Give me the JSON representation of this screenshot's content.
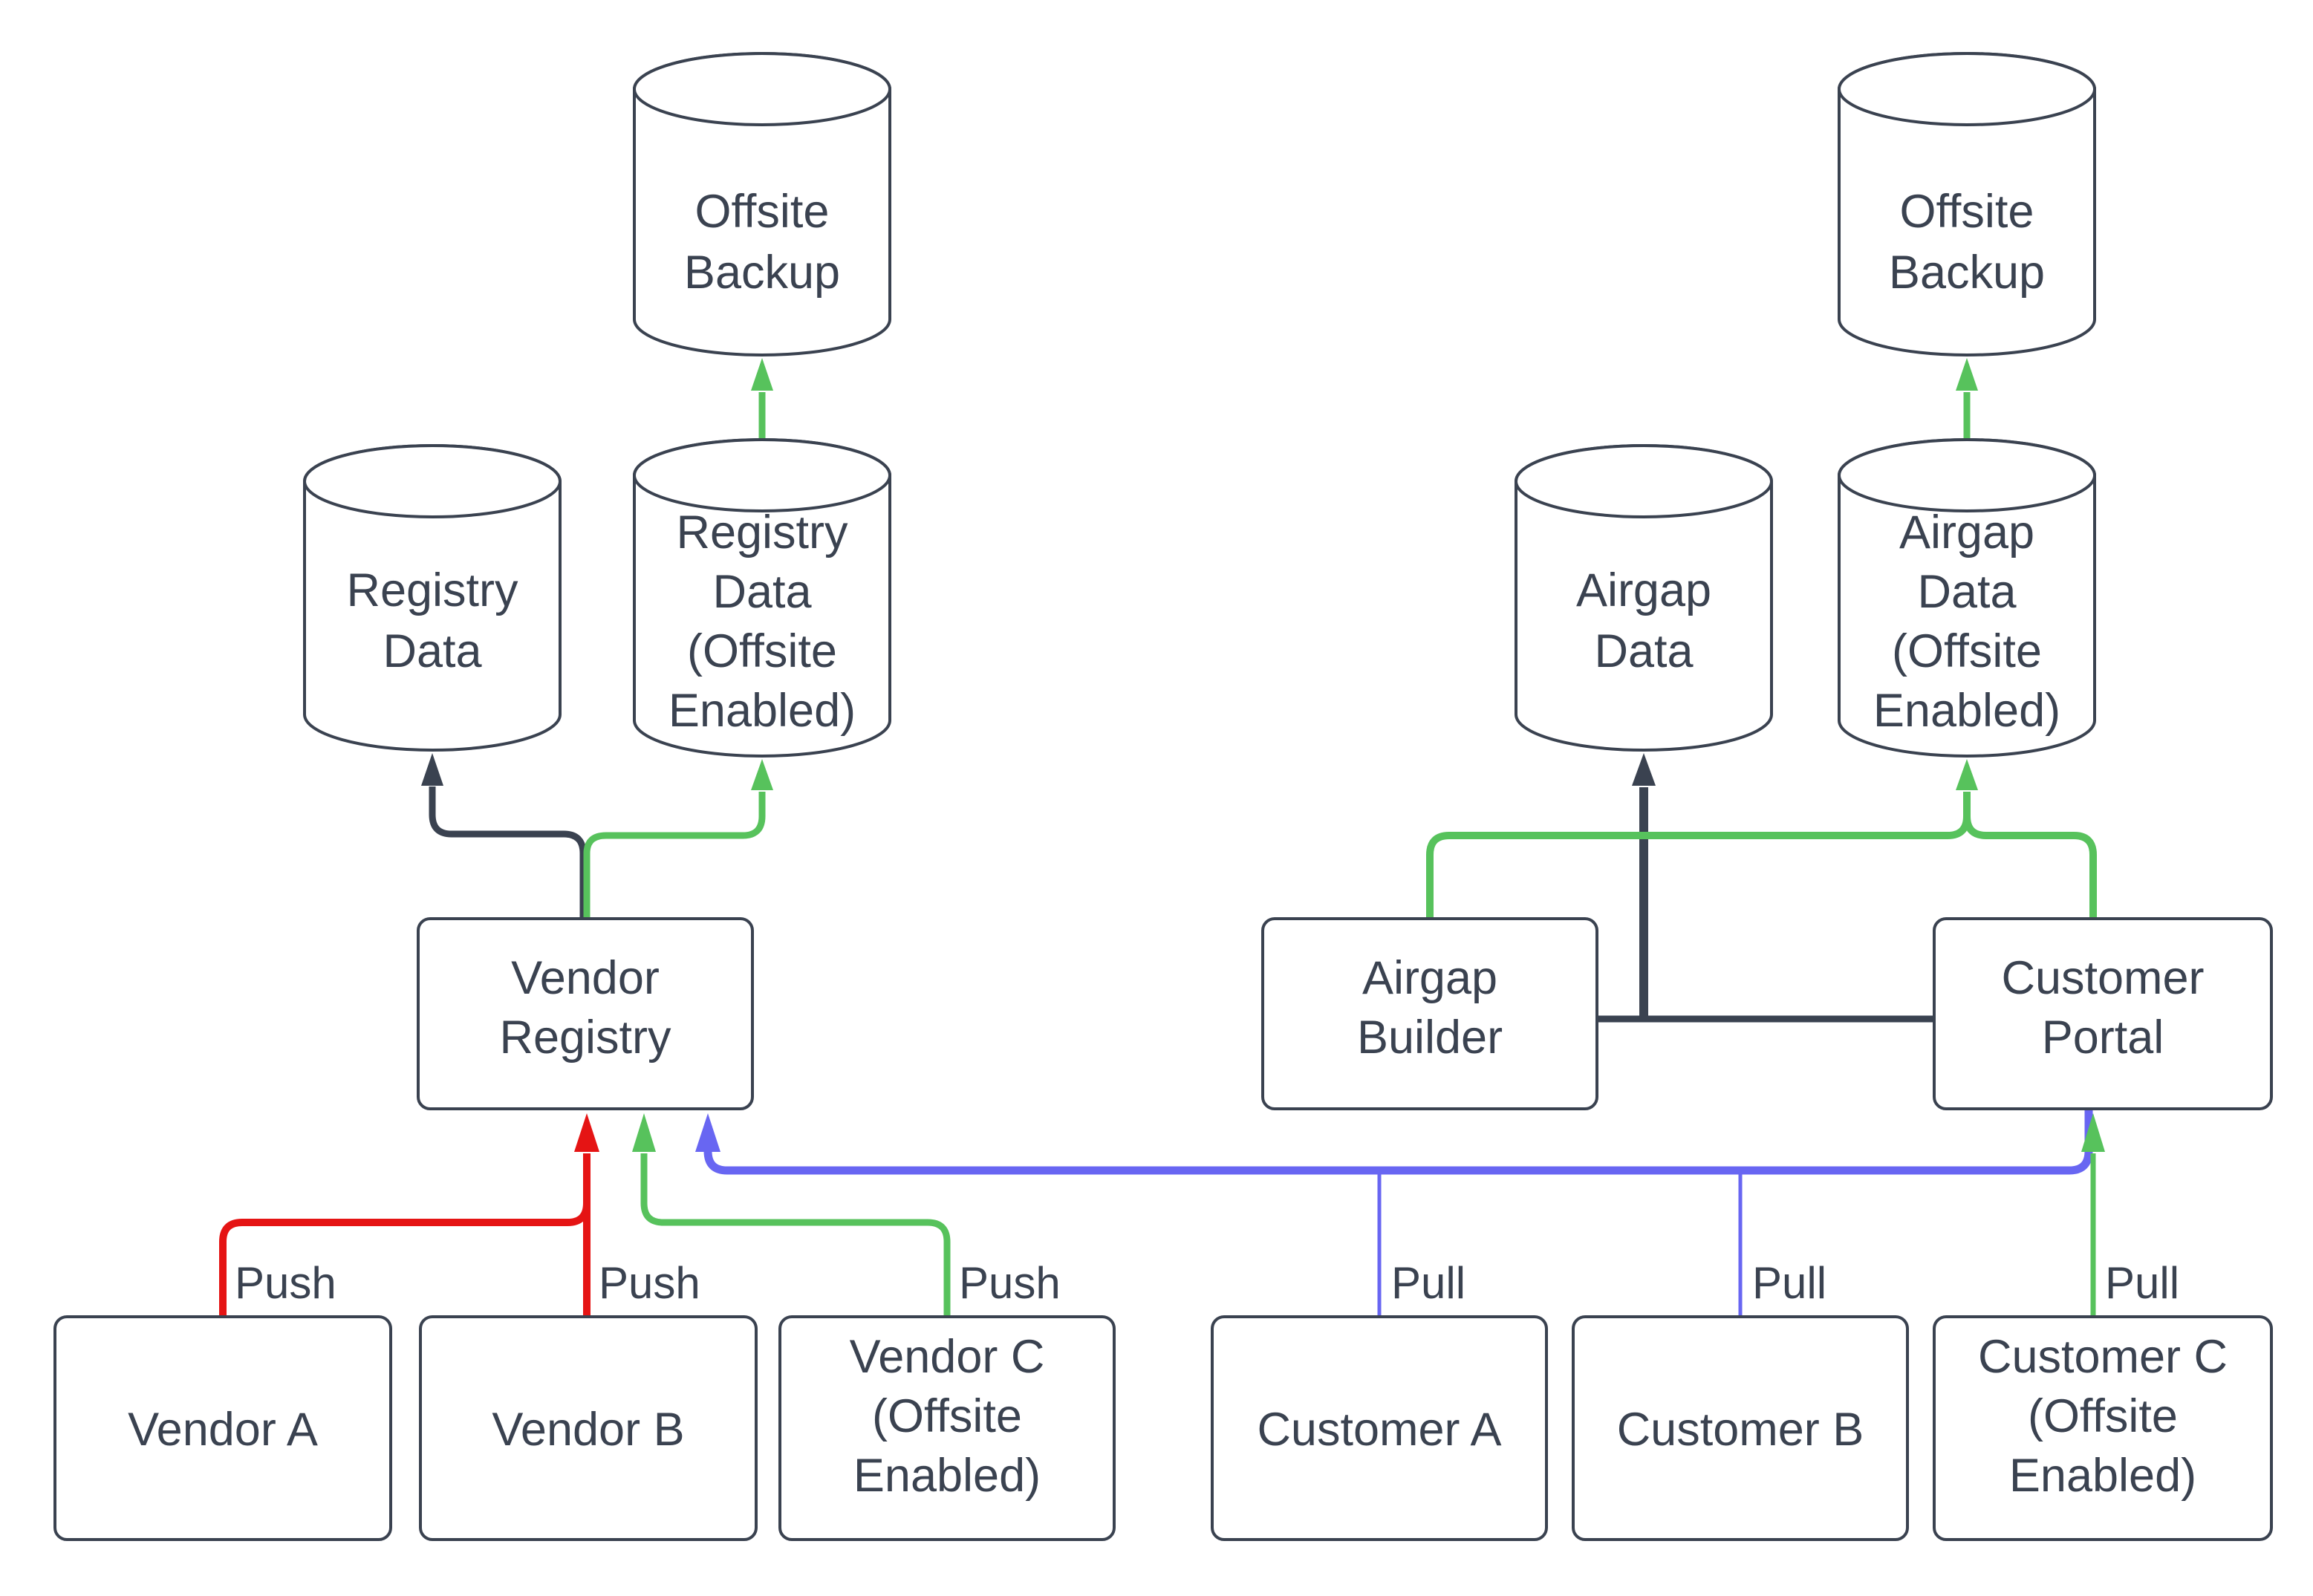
{
  "diagram": {
    "type": "flowchart",
    "palette": {
      "background": "#FFFFFF",
      "node_fill": "#FFFFFF",
      "node_stroke": "#3A4250",
      "text": "#3A4250",
      "edge_dark": "#3A4250",
      "edge_green": "#57C25C",
      "edge_red": "#E51414",
      "edge_blue": "#6866F2"
    },
    "nodes": {
      "offsite_backup_left": {
        "shape": "cylinder",
        "label": "Offsite Backup",
        "lines": [
          "Offsite",
          "Backup"
        ]
      },
      "registry_data": {
        "shape": "cylinder",
        "label": "Registry Data",
        "lines": [
          "Registry",
          "Data"
        ]
      },
      "registry_data_offsite": {
        "shape": "cylinder",
        "label": "Registry Data (Offsite Enabled)",
        "lines": [
          "Registry",
          "Data",
          "(Offsite",
          "Enabled)"
        ]
      },
      "vendor_registry": {
        "shape": "rect",
        "label": "Vendor Registry",
        "lines": [
          "Vendor",
          "Registry"
        ]
      },
      "vendor_a": {
        "shape": "rect",
        "label": "Vendor A",
        "lines": [
          "Vendor A"
        ]
      },
      "vendor_b": {
        "shape": "rect",
        "label": "Vendor B",
        "lines": [
          "Vendor B"
        ]
      },
      "vendor_c_offsite": {
        "shape": "rect",
        "label": "Vendor C (Offsite Enabled)",
        "lines": [
          "Vendor C",
          "(Offsite",
          "Enabled)"
        ]
      },
      "airgap_data": {
        "shape": "cylinder",
        "label": "Airgap Data",
        "lines": [
          "Airgap",
          "Data"
        ]
      },
      "airgap_data_offsite": {
        "shape": "cylinder",
        "label": "Airgap Data (Offsite Enabled)",
        "lines": [
          "Airgap",
          "Data",
          "(Offsite",
          "Enabled)"
        ]
      },
      "offsite_backup_right": {
        "shape": "cylinder",
        "label": "Offsite Backup",
        "lines": [
          "Offsite",
          "Backup"
        ]
      },
      "airgap_builder": {
        "shape": "rect",
        "label": "Airgap Builder",
        "lines": [
          "Airgap",
          "Builder"
        ]
      },
      "customer_portal": {
        "shape": "rect",
        "label": "Customer Portal",
        "lines": [
          "Customer",
          "Portal"
        ]
      },
      "customer_a": {
        "shape": "rect",
        "label": "Customer A",
        "lines": [
          "Customer A"
        ]
      },
      "customer_b": {
        "shape": "rect",
        "label": "Customer B",
        "lines": [
          "Customer B"
        ]
      },
      "customer_c_offsite": {
        "shape": "rect",
        "label": "Customer C (Offsite Enabled)",
        "lines": [
          "Customer C",
          "(Offsite",
          "Enabled)"
        ]
      }
    },
    "edges": [
      {
        "from": "vendor_a",
        "to": "vendor_registry",
        "color": "red",
        "label": "Push"
      },
      {
        "from": "vendor_b",
        "to": "vendor_registry",
        "color": "red",
        "label": "Push"
      },
      {
        "from": "vendor_c_offsite",
        "to": "vendor_registry",
        "color": "green",
        "label": "Push"
      },
      {
        "from": "customer_a",
        "to": "vendor_registry",
        "color": "blue",
        "label": "Pull"
      },
      {
        "from": "customer_b",
        "to": "vendor_registry",
        "color": "blue",
        "label": "Pull"
      },
      {
        "from": "customer_portal",
        "to": "vendor_registry",
        "color": "blue",
        "label": ""
      },
      {
        "from": "customer_c_offsite",
        "to": "customer_portal",
        "color": "green",
        "label": "Pull"
      },
      {
        "from": "vendor_registry",
        "to": "registry_data",
        "color": "dark",
        "label": ""
      },
      {
        "from": "vendor_registry",
        "to": "registry_data_offsite",
        "color": "green",
        "label": ""
      },
      {
        "from": "registry_data_offsite",
        "to": "offsite_backup_left",
        "color": "green",
        "label": ""
      },
      {
        "from": "airgap_builder",
        "to": "airgap_data",
        "color": "dark",
        "label": ""
      },
      {
        "from": "customer_portal",
        "to": "airgap_data",
        "color": "dark",
        "label": ""
      },
      {
        "from": "airgap_builder",
        "to": "airgap_data_offsite",
        "color": "green",
        "label": ""
      },
      {
        "from": "customer_portal",
        "to": "airgap_data_offsite",
        "color": "green",
        "label": ""
      },
      {
        "from": "airgap_data_offsite",
        "to": "offsite_backup_right",
        "color": "green",
        "label": ""
      }
    ]
  }
}
